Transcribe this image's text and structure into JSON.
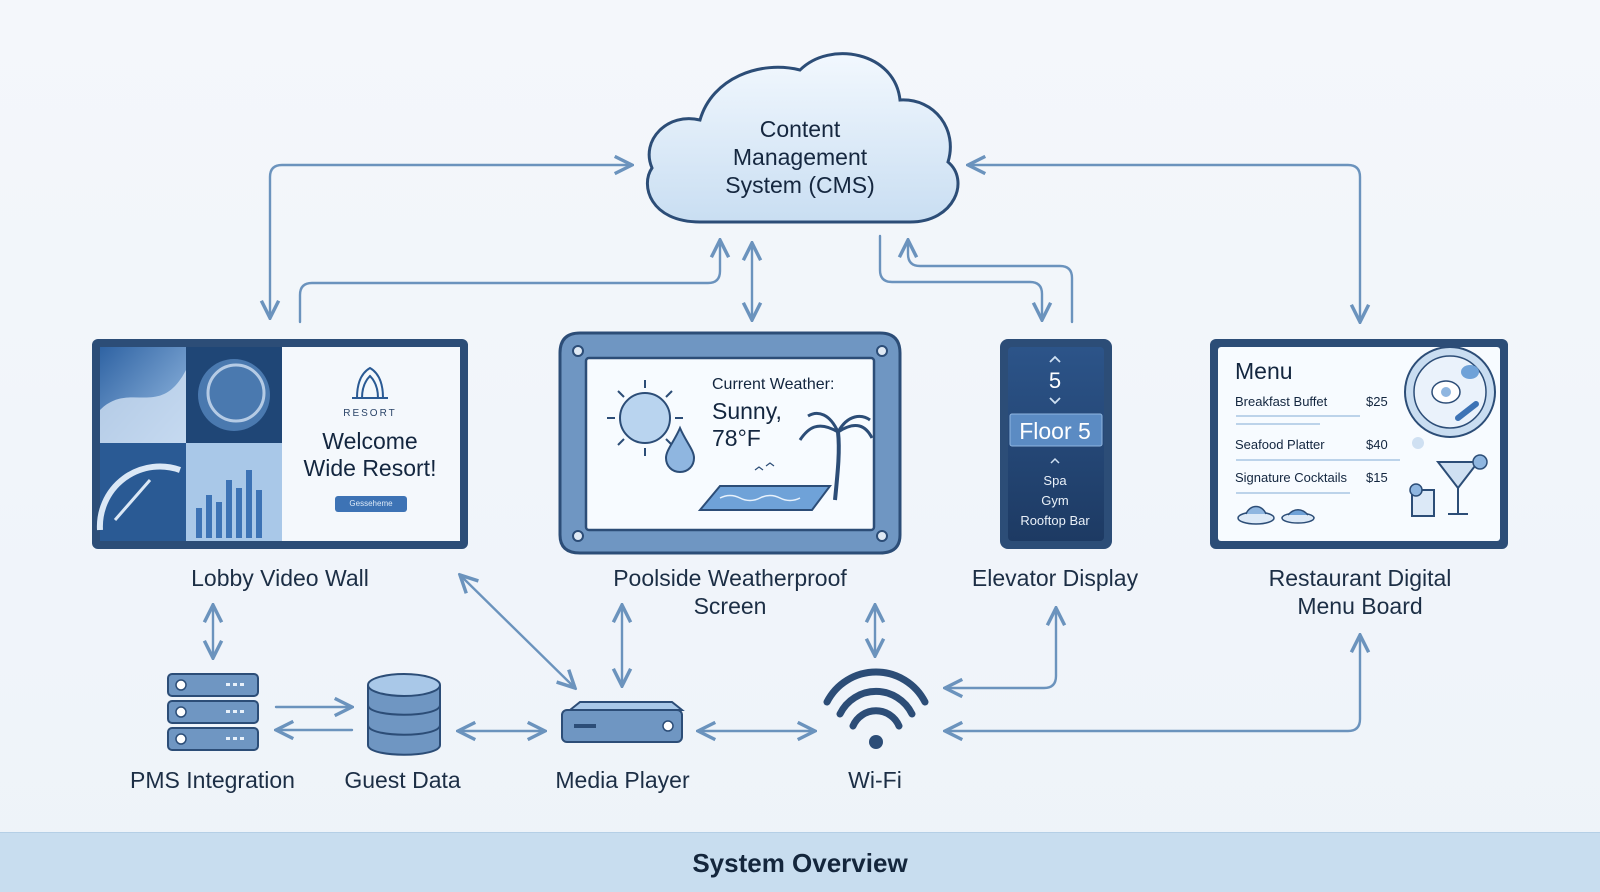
{
  "cms": {
    "title_lines": [
      "Content",
      "Management",
      "System (CMS)"
    ]
  },
  "devices": {
    "lobby": {
      "label": "Lobby Video Wall",
      "brand": "RESORT",
      "welcome_lines": [
        "Welcome",
        "Wide Resort!"
      ],
      "button_label": "Gesseheme"
    },
    "pool": {
      "label_lines": [
        "Poolside Weatherproof",
        "Screen"
      ],
      "weather_heading": "Current Weather:",
      "weather_lines": [
        "Sunny,",
        "78°F"
      ]
    },
    "elevator": {
      "label": "Elevator Display",
      "floor_number": "5",
      "floor_label": "Floor 5",
      "amenities": [
        "Spa",
        "Gym",
        "Rooftop Bar"
      ]
    },
    "restaurant": {
      "label_lines": [
        "Restaurant Digital",
        "Menu Board"
      ],
      "menu_title": "Menu",
      "items": [
        {
          "name": "Breakfast Buffet",
          "price": "$25"
        },
        {
          "name": "Seafood Platter",
          "price": "$40"
        },
        {
          "name": "Signature Cocktails",
          "price": "$15"
        }
      ]
    }
  },
  "nodes": {
    "pms": "PMS Integration",
    "guest_data": "Guest Data",
    "media_player": "Media Player",
    "wifi": "Wi-Fi"
  },
  "footer": {
    "title": "System Overview"
  },
  "colors": {
    "arrow": "#6b93bd",
    "frame": "#2c4d77",
    "frame_fill": "#dfe9f4",
    "accent": "#3d73b5",
    "footer": "#c8ddef"
  }
}
